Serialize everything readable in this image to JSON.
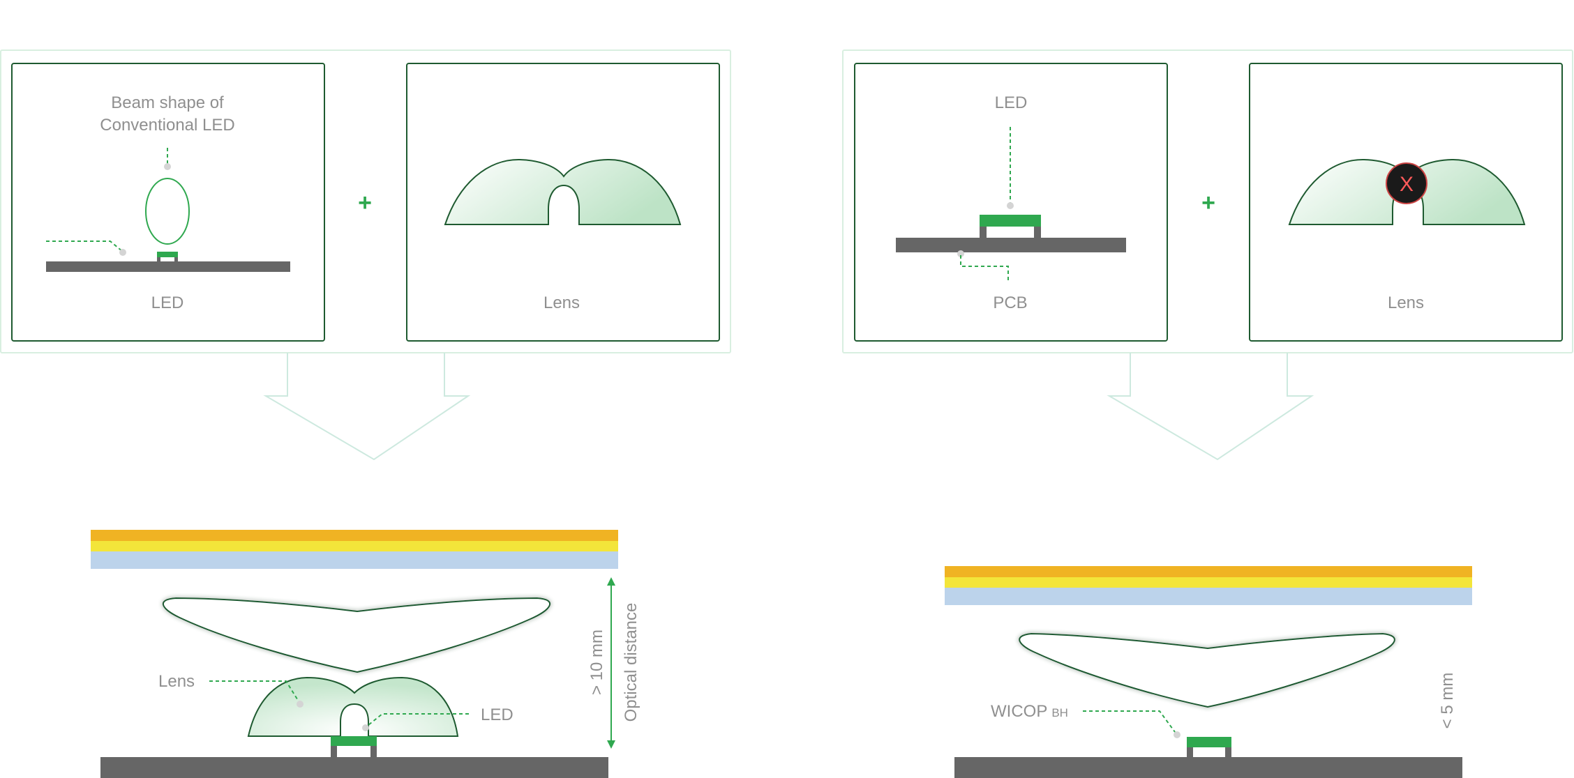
{
  "labels": {
    "beam_shape_line1": "Beam shape of",
    "beam_shape_line2": "Conventional LED",
    "led_top_left": "LED",
    "lens_top_left": "Lens",
    "led_top_right": "LED",
    "pcb_top_right": "PCB",
    "lens_top_right": "Lens",
    "plus_left": "+",
    "plus_right": "+",
    "x_mark": "X",
    "lens_bottom": "Lens",
    "led_bottom": "LED",
    "optical_distance": "Optical distance",
    "distance_conventional": "> 10 mm",
    "distance_wicop": "< 5 mm",
    "wicop": "WICOP",
    "wicop_sub": "BH"
  },
  "colors": {
    "accent_green": "#2fa84f",
    "outline_green": "#1e5a30",
    "pcb_gray": "#666666",
    "label_gray": "#8f8f8f",
    "layer_orange": "#f0b323",
    "layer_yellow": "#f3e53a",
    "layer_blue": "#bcd3eb",
    "x_badge_fill": "#1a1a1a",
    "x_mark_red": "#ff5a5a"
  }
}
